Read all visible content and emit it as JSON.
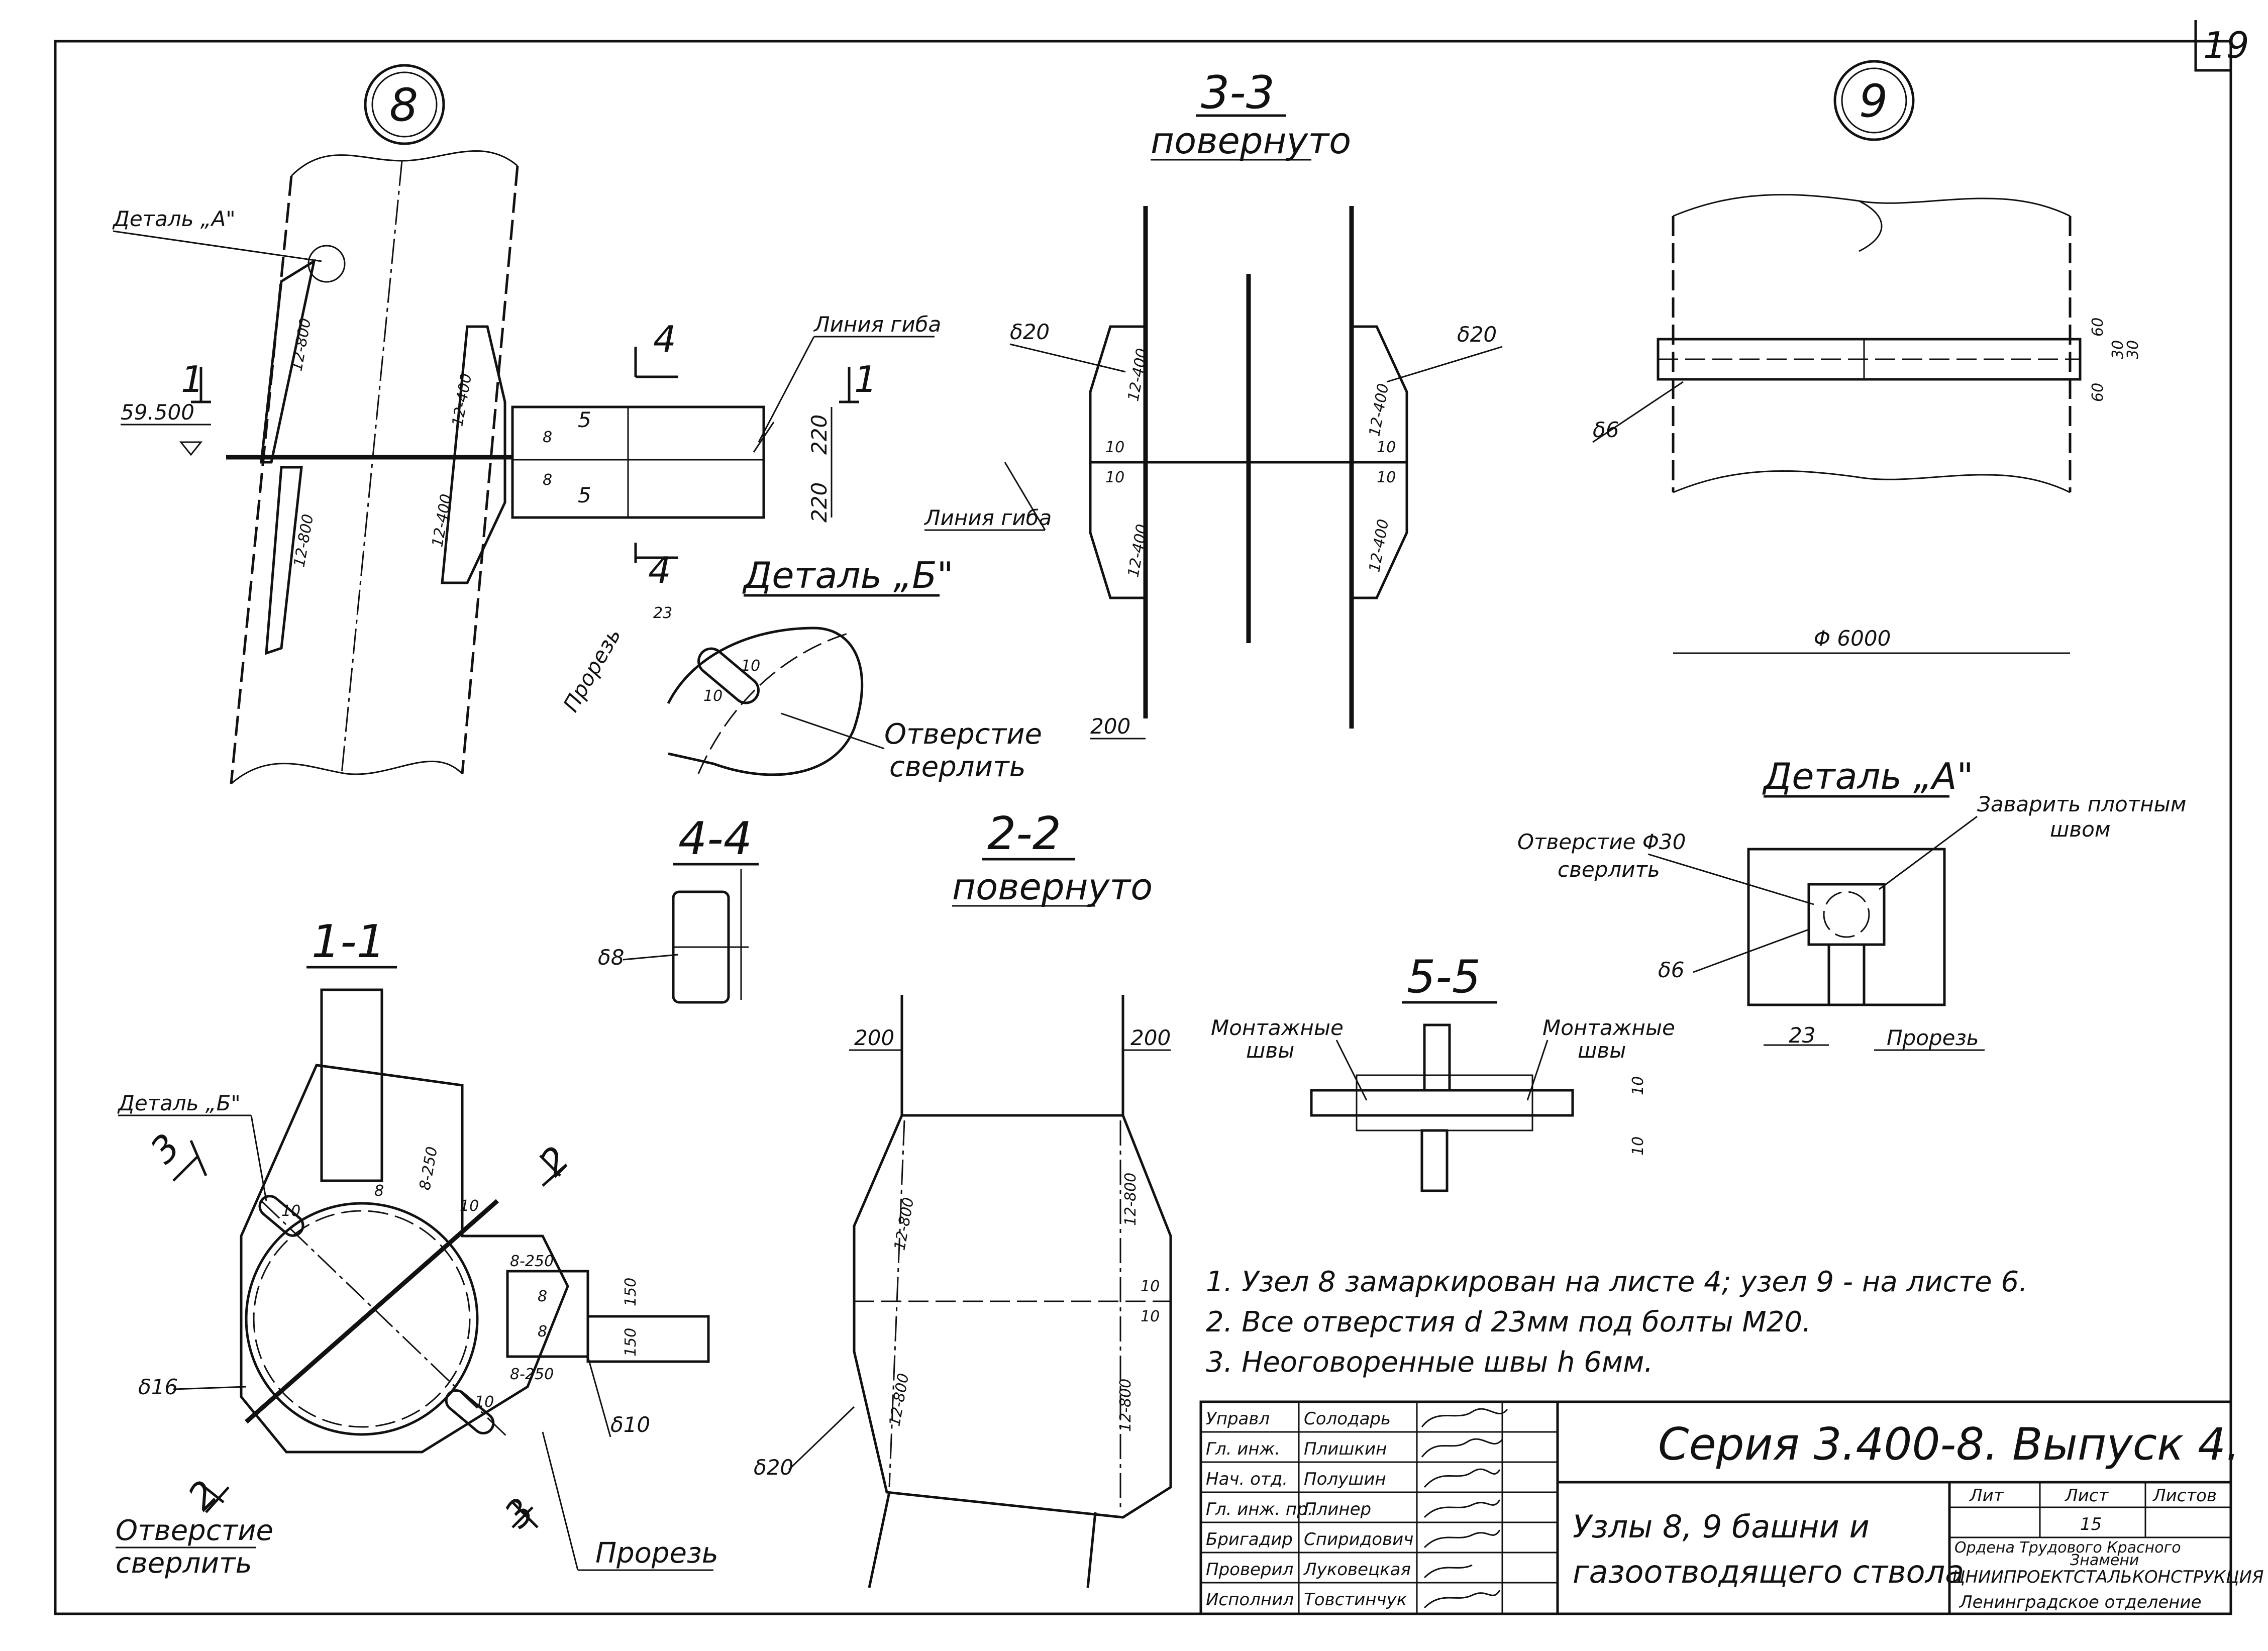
{
  "sheet": {
    "number": "19"
  },
  "node8": {
    "marker": "8",
    "detail_a_label": "Деталь „А\"",
    "elevation": "59.500",
    "section_1": "1",
    "section_4": "4",
    "section_5": "5",
    "bend_line": "Линия гиба",
    "weld_12_800": "12-800",
    "weld_12_400": "12-400",
    "dim_220a": "220",
    "dim_220b": "220",
    "dim_8": "8"
  },
  "detail_b": {
    "title": "Деталь „Б\"",
    "cut_label": "Прорезь",
    "dim_23": "23",
    "dim_10": "10",
    "hole_label_line1": "Отверстие",
    "hole_label_line2": "сверлить"
  },
  "section_3_3": {
    "title": "3-3",
    "subtitle": "повернуто",
    "delta20": "δ20",
    "bend_line": "Линия гиба",
    "dim_200": "200",
    "weld_12_400": "12-400",
    "dim_10": "10"
  },
  "node9": {
    "marker": "9",
    "delta6": "δ6",
    "diameter": "Φ 6000",
    "dim_60": "60",
    "dim_30": "30"
  },
  "section_4_4": {
    "title": "4-4",
    "delta8": "δ8"
  },
  "section_2_2": {
    "title": "2-2",
    "subtitle": "повернуто",
    "dim_200": "200",
    "weld_12_800": "12-800",
    "dim_10": "10",
    "delta20": "δ20"
  },
  "section_1_1": {
    "title": "1-1",
    "detail_b_label": "Деталь „Б\"",
    "section_2": "2",
    "section_3": "3",
    "bolts_8_250": "8-250",
    "dim_150": "150",
    "dim_8": "8",
    "dim_10": "10",
    "delta16": "δ16",
    "delta10": "δ10",
    "hole_label_line1": "Отверстие",
    "hole_label_line2": "сверлить",
    "cut_label": "Прорезь"
  },
  "detail_a": {
    "title": "Деталь „А\"",
    "hole_label_line1": "Отверстие Φ30",
    "hole_label_line2": "сверлить",
    "weld_label_line1": "Заварить плотным",
    "weld_label_line2": "швом",
    "delta6": "δ6",
    "dim_23": "23",
    "cut_label": "Прорезь"
  },
  "section_5_5": {
    "title": "5-5",
    "left_label_line1": "Монтажные",
    "left_label_line2": "швы",
    "right_label_line1": "Монтажные",
    "right_label_line2": "швы",
    "dim_10": "10"
  },
  "notes": [
    "1.  Узел 8 замаркирован на листе 4;   узел 9 - на листе 6.",
    "2.  Все  отверстия   d 23мм  под  болты М20.",
    "3.  Неоговоренные  швы   h 6мм."
  ],
  "title_block": {
    "roles": [
      "Управл",
      "Гл. инж.",
      "Нач. отд.",
      "Гл. инж. пр.",
      "Бригадир",
      "Проверил",
      "Исполнил"
    ],
    "names": [
      "Солодарь",
      "Плишкин",
      "Полушин",
      "Плинер",
      "Спиридович",
      "Луковецкая",
      "Товстинчук"
    ],
    "series": "Серия  3.400-8.   Выпуск 4.",
    "drawing_title_line1": "Узлы  8, 9  башни  и",
    "drawing_title_line2": "газоотводящего  ствола",
    "col_lit": "Лит",
    "col_list": "Лист",
    "col_listov": "Листов",
    "sheet_value": "15",
    "org_line1": "Ордена Трудового Красного",
    "org_line2": "Знамени",
    "org_line3": "ЦНИИПРОЕКТСТАЛЬКОНСТРУКЦИЯ",
    "org_line4": "Ленинградское отделение"
  }
}
